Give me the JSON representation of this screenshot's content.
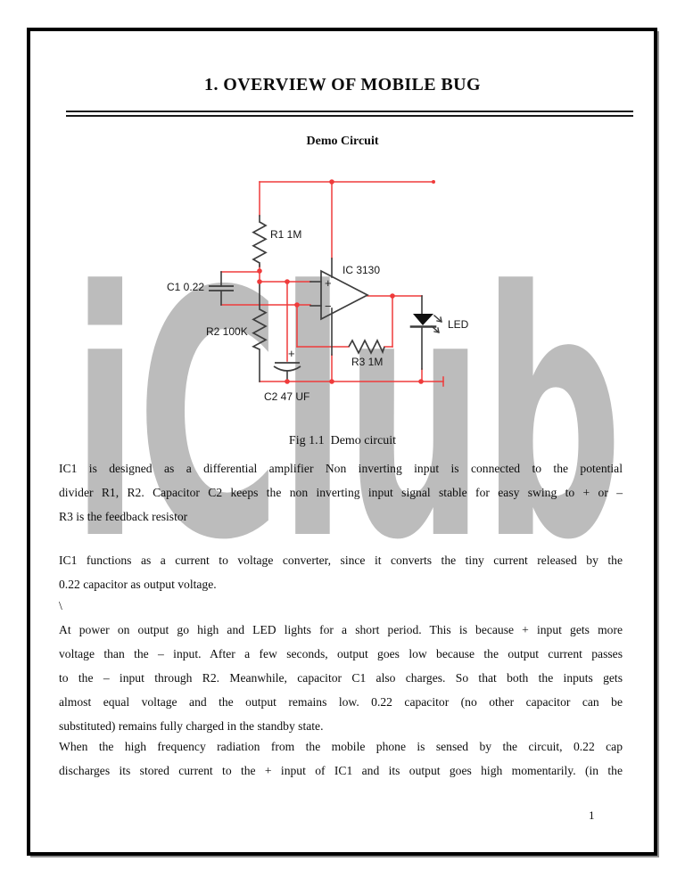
{
  "colors": {
    "wire_red": "#ef3b3b",
    "component_gray": "#3d3d3d",
    "watermark_gray": "#bcbcbc",
    "text_black": "#0d0d0d"
  },
  "page": {
    "title": "1. OVERVIEW OF MOBILE BUG",
    "subtitle": "Demo Circuit",
    "watermark": "iClub",
    "page_number": "1"
  },
  "figure": {
    "caption": "Fig 1.1  Demo circuit",
    "labels": {
      "r1": "R1 1M",
      "c1": "C1 0.22",
      "ic": "IC 3130",
      "r2": "R2 100K",
      "r3": "R3 1M",
      "c2": "C2 47 UF",
      "led": "LED",
      "opamp_plus": "+",
      "opamp_minus": "−",
      "c2_polarity": "+"
    }
  },
  "paragraphs": {
    "p1": {
      "lines": [
        "IC1 is designed as a differential amplifier Non inverting input is connected to the potential",
        "divider R1, R2. Capacitor C2 keeps the non inverting input signal stable for easy swing to + or –",
        "R3 is the feedback resistor"
      ]
    },
    "p2": {
      "lines": [
        "IC1 functions as a current to voltage converter, since it converts the tiny current released by the",
        "0.22 capacitor as output voltage."
      ]
    },
    "stray": {
      "text": "\\"
    },
    "p3": {
      "lines": [
        "At power on output go high and LED lights for a short period. This is because + input gets more",
        "voltage than the – input. After a few seconds, output goes low because the output current passes",
        "to the – input through R2. Meanwhile, capacitor C1 also charges. So that both the inputs gets",
        "almost equal voltage and the output remains low. 0.22 capacitor (no other capacitor can be",
        "substituted) remains fully charged in the standby state."
      ]
    },
    "p4": {
      "lines": [
        "When the high frequency radiation from the mobile phone is sensed by the circuit, 0.22 cap",
        "discharges its stored current to the + input of IC1 and its output goes high momentarily. (in the"
      ]
    }
  }
}
